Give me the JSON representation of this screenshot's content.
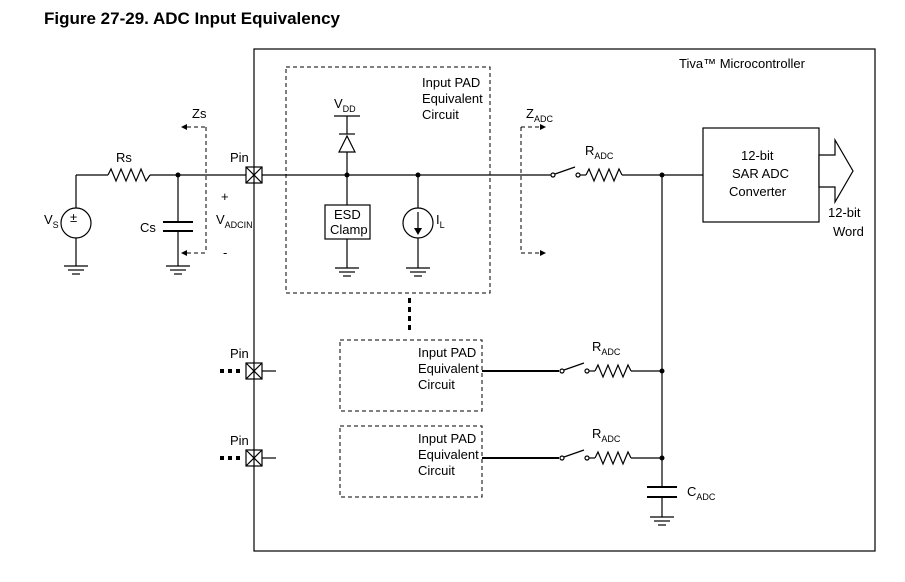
{
  "figure": {
    "title": "Figure 27-29. ADC Input Equivalency"
  },
  "labels": {
    "mcu": "Tiva™ Microcontroller",
    "pad_line1": "Input PAD",
    "pad_line2": "Equivalent",
    "pad_line3": "Circuit",
    "vdd_main": "V",
    "vdd_sub": "DD",
    "zs": "Zs",
    "zadc_main": "Z",
    "zadc_sub": "ADC",
    "rs": "Rs",
    "pin": "Pin",
    "radc_main": "R",
    "radc_sub": "ADC",
    "vs_main": "V",
    "vs_sub": "S",
    "cs": "Cs",
    "plus": "+",
    "minus": "-",
    "vadcin_main": "V",
    "vadcin_sub": "ADCIN",
    "esd1": "ESD",
    "esd2": "Clamp",
    "il_main": "I",
    "il_sub": "L",
    "sar1": "12-bit",
    "sar2": "SAR ADC",
    "sar3": "Converter",
    "word1": "12-bit",
    "word2": "Word",
    "cadc_main": "C",
    "cadc_sub": "ADC"
  }
}
